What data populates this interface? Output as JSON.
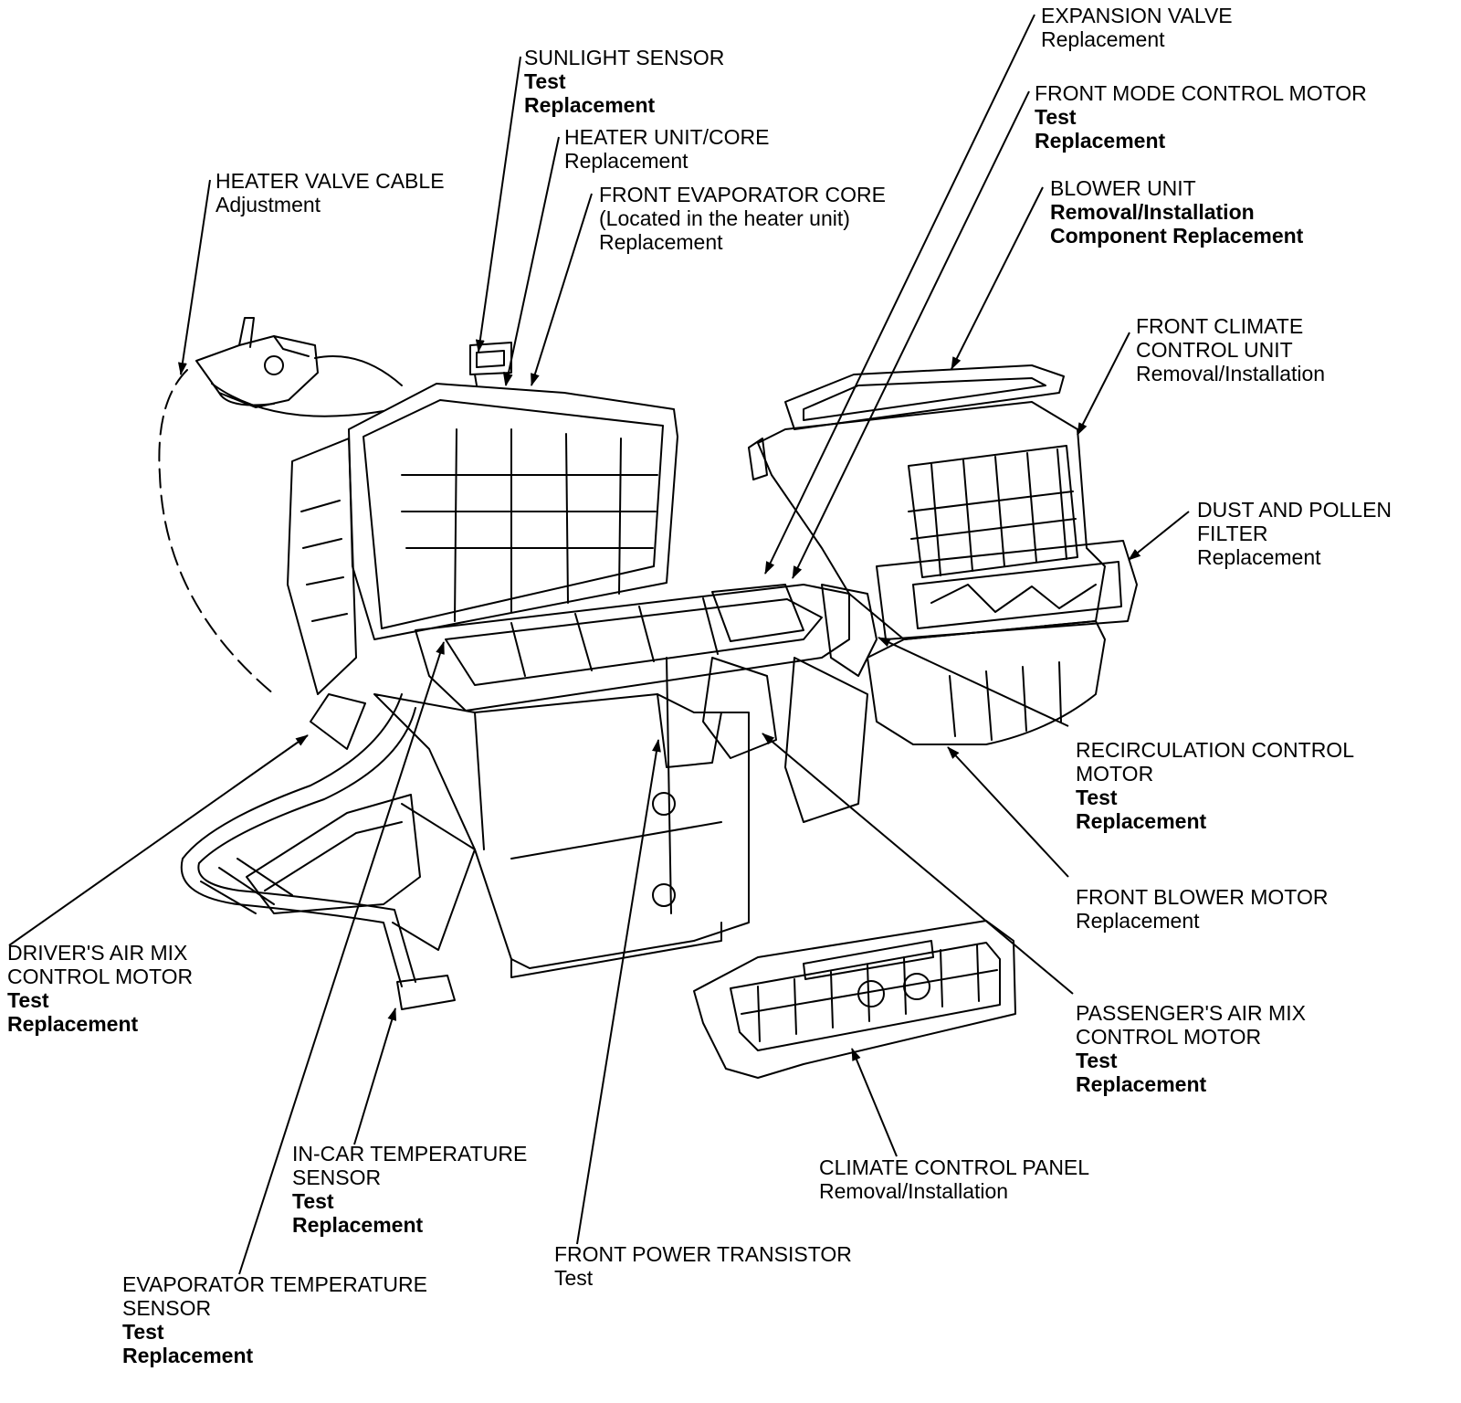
{
  "callouts": [
    {
      "id": "expansion-valve",
      "title": "EXPANSION VALVE",
      "lines": [
        {
          "text": "Replacement",
          "bold": false
        }
      ]
    },
    {
      "id": "front-mode-control-motor",
      "title": "FRONT MODE CONTROL MOTOR",
      "lines": [
        {
          "text": "Test",
          "bold": true
        },
        {
          "text": "Replacement",
          "bold": true
        }
      ]
    },
    {
      "id": "sunlight-sensor",
      "title": "SUNLIGHT SENSOR",
      "lines": [
        {
          "text": "Test",
          "bold": true
        },
        {
          "text": "Replacement",
          "bold": true
        }
      ]
    },
    {
      "id": "heater-unit-core",
      "title": "HEATER UNIT/CORE",
      "lines": [
        {
          "text": "Replacement",
          "bold": false
        }
      ]
    },
    {
      "id": "heater-valve-cable",
      "title": "HEATER VALVE CABLE",
      "lines": [
        {
          "text": "Adjustment",
          "bold": false
        }
      ]
    },
    {
      "id": "front-evaporator-core",
      "title": "FRONT EVAPORATOR CORE",
      "lines": [
        {
          "text": "(Located in the heater unit)",
          "bold": false
        },
        {
          "text": "Replacement",
          "bold": false
        }
      ]
    },
    {
      "id": "blower-unit",
      "title": "BLOWER UNIT",
      "lines": [
        {
          "text": "Removal/Installation",
          "bold": true
        },
        {
          "text": "Component Replacement",
          "bold": true
        }
      ]
    },
    {
      "id": "front-climate-control-unit",
      "title": "FRONT CLIMATE",
      "lines": [
        {
          "text": "CONTROL UNIT",
          "bold": false
        },
        {
          "text": "Removal/Installation",
          "bold": false
        }
      ]
    },
    {
      "id": "dust-pollen-filter",
      "title": "DUST AND POLLEN",
      "lines": [
        {
          "text": "FILTER",
          "bold": false
        },
        {
          "text": "Replacement",
          "bold": false
        }
      ]
    },
    {
      "id": "recirculation-control-motor",
      "title": "RECIRCULATION CONTROL",
      "lines": [
        {
          "text": "MOTOR",
          "bold": false
        },
        {
          "text": "Test",
          "bold": true
        },
        {
          "text": "Replacement",
          "bold": true
        }
      ]
    },
    {
      "id": "front-blower-motor",
      "title": "FRONT BLOWER MOTOR",
      "lines": [
        {
          "text": "Replacement",
          "bold": false
        }
      ]
    },
    {
      "id": "passengers-air-mix-control-motor",
      "title": "PASSENGER'S AIR MIX",
      "lines": [
        {
          "text": "CONTROL MOTOR",
          "bold": false
        },
        {
          "text": "Test",
          "bold": true
        },
        {
          "text": "Replacement",
          "bold": true
        }
      ]
    },
    {
      "id": "drivers-air-mix-control-motor",
      "title": "DRIVER'S AIR MIX",
      "lines": [
        {
          "text": "CONTROL MOTOR",
          "bold": false
        },
        {
          "text": "Test",
          "bold": true
        },
        {
          "text": "Replacement",
          "bold": true
        }
      ]
    },
    {
      "id": "in-car-temperature-sensor",
      "title": "IN-CAR TEMPERATURE",
      "lines": [
        {
          "text": "SENSOR",
          "bold": false
        },
        {
          "text": "Test",
          "bold": true
        },
        {
          "text": "Replacement",
          "bold": true
        }
      ]
    },
    {
      "id": "climate-control-panel",
      "title": "CLIMATE CONTROL PANEL",
      "lines": [
        {
          "text": "Removal/Installation",
          "bold": false
        }
      ]
    },
    {
      "id": "front-power-transistor",
      "title": "FRONT POWER TRANSISTOR",
      "lines": [
        {
          "text": "Test",
          "bold": false
        }
      ]
    },
    {
      "id": "evaporator-temperature-sensor",
      "title": "EVAPORATOR TEMPERATURE",
      "lines": [
        {
          "text": "SENSOR",
          "bold": false
        },
        {
          "text": "Test",
          "bold": true
        },
        {
          "text": "Replacement",
          "bold": true
        }
      ]
    }
  ]
}
